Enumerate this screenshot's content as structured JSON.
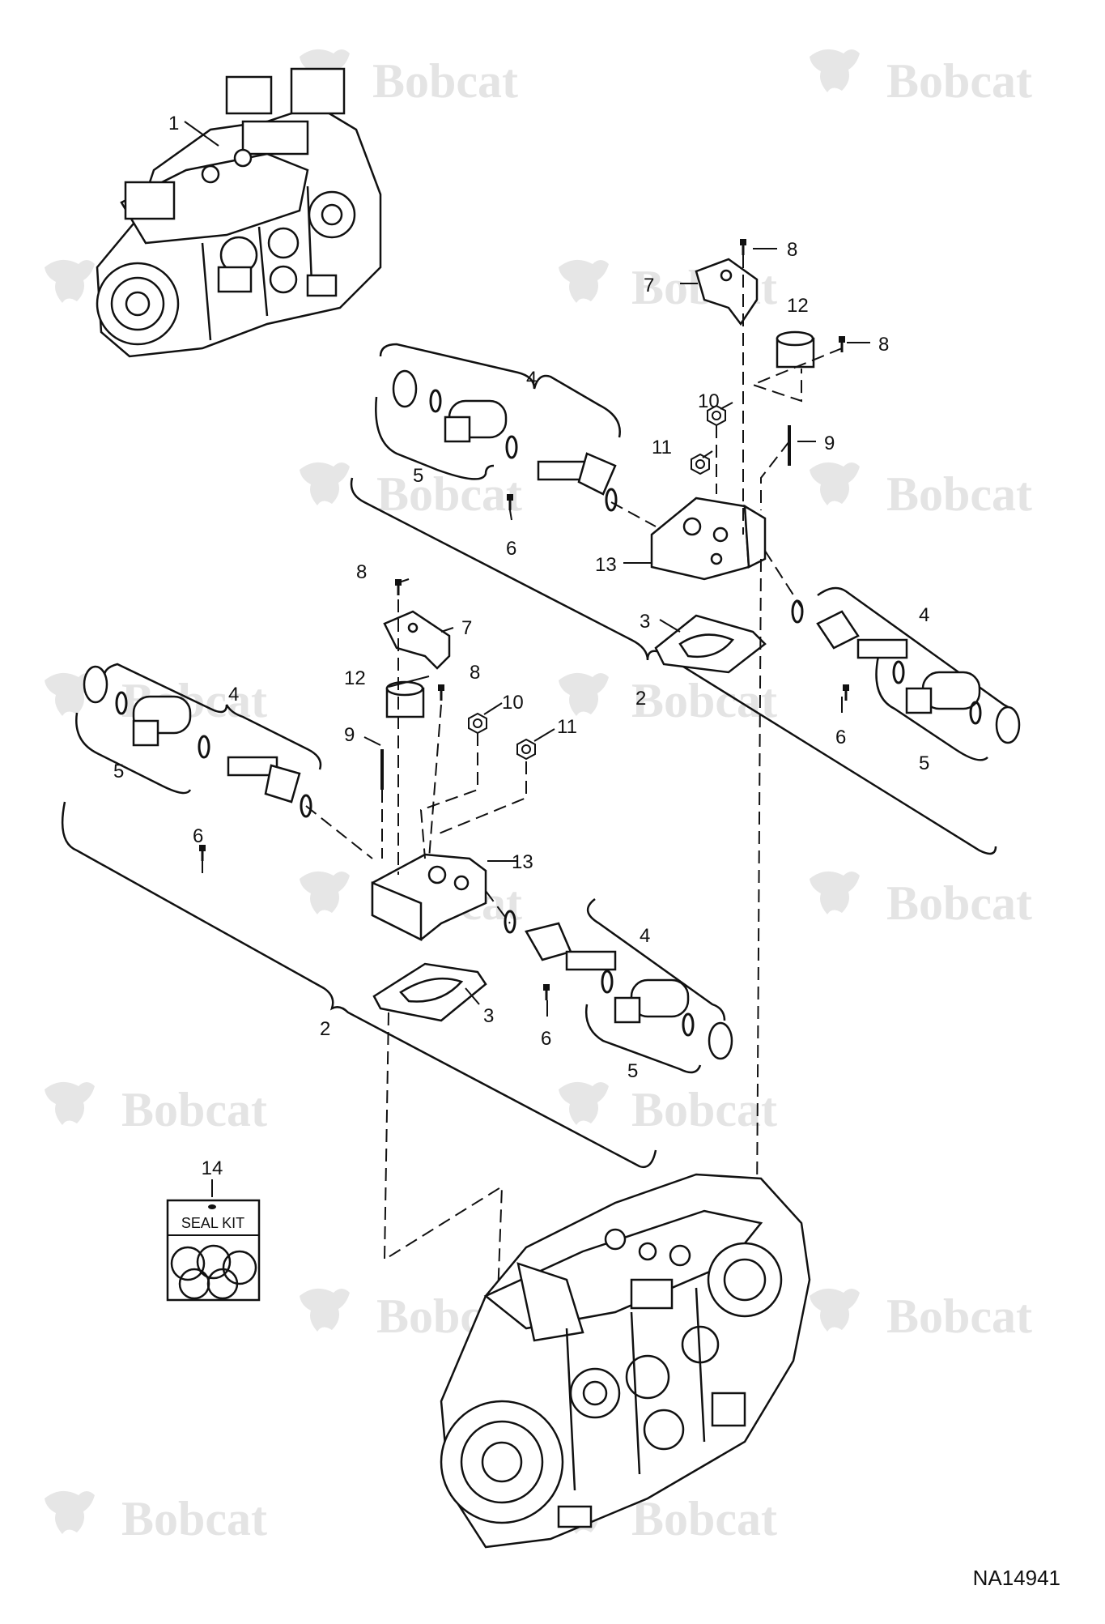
{
  "watermark": {
    "text": "Bobcat",
    "color": "#e4e4e4"
  },
  "reference": "NA14941",
  "seal_kit": {
    "number": "14",
    "label": "SEAL KIT"
  },
  "callouts": [
    "1",
    "2",
    "3",
    "4",
    "5",
    "6",
    "7",
    "8",
    "9",
    "10",
    "11",
    "12",
    "13"
  ]
}
